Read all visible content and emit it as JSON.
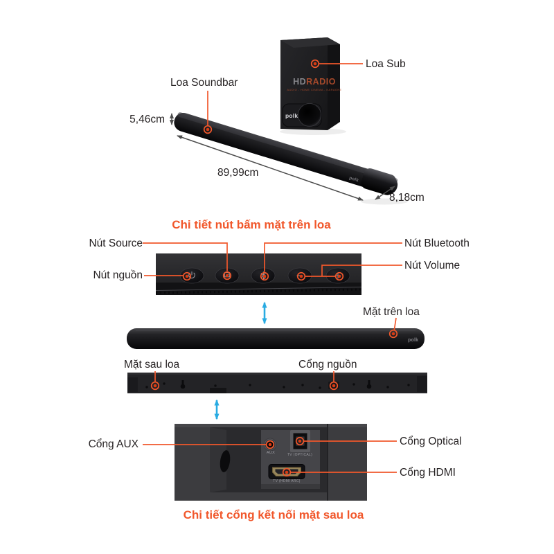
{
  "colors": {
    "accent_orange": "#F1572B",
    "marker_dot": "#DA3B13",
    "arrow_blue": "#29ABE2",
    "text_dark": "#262223",
    "dimension_gray": "#4D4D4D"
  },
  "top_section": {
    "sub_label": "Loa Sub",
    "soundbar_label": "Loa Soundbar",
    "height": "5,46cm",
    "length": "89,99cm",
    "depth": "8,18cm",
    "brand": "polk",
    "watermark_hd": "HD",
    "watermark_radio": "RADIO",
    "watermark_tagline": "AUDIO - HOME CINEMA - KARAOKE"
  },
  "buttons_section": {
    "heading": "Chi tiết nút bấm mặt trên loa",
    "source_label": "Nút Source",
    "bluetooth_label": "Nút Bluetooth",
    "power_label": "Nút nguồn",
    "volume_label": "Nút Volume"
  },
  "middle_section": {
    "top_view_label": "Mặt trên loa",
    "back_view_label": "Mặt sau loa",
    "power_port_label": "Cổng nguồn"
  },
  "ports_section": {
    "heading": "Chi tiết cổng kết nối mặt sau loa",
    "aux_label": "Cổng AUX",
    "optical_label": "Cổng Optical",
    "hdmi_label": "Cổng HDMI",
    "aux_print": "AUX",
    "optical_print": "TV (OPTICAL)",
    "hdmi_print": "TV (HDMI ARC)"
  }
}
